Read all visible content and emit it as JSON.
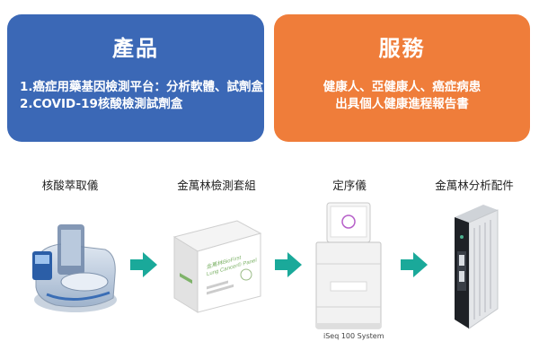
{
  "products": {
    "title": "產品",
    "lines": [
      "1.癌症用藥基因檢測平台：分析軟體、試劑盒",
      "2.COVID-19核酸檢測試劑盒"
    ],
    "color": "#3b68b6"
  },
  "services": {
    "title": "服務",
    "lines": [
      "健康人、亞健康人、癌症病患",
      "出具個人健康進程報告書"
    ],
    "color": "#ef7d3a"
  },
  "devices": [
    {
      "label": "核酸萃取儀",
      "icon": "nucleic-acid-extractor-image"
    },
    {
      "label": "金萬林檢測套組",
      "icon": "test-kit-box-image",
      "box_text": [
        "金萬林BioFirst",
        "Lung Cancer® Panel"
      ]
    },
    {
      "label": "定序儀",
      "icon": "sequencer-image",
      "caption": "iSeq 100 System"
    },
    {
      "label": "金萬林分析配件",
      "icon": "analysis-computer-image"
    }
  ],
  "arrow_color": "#1aa99a"
}
